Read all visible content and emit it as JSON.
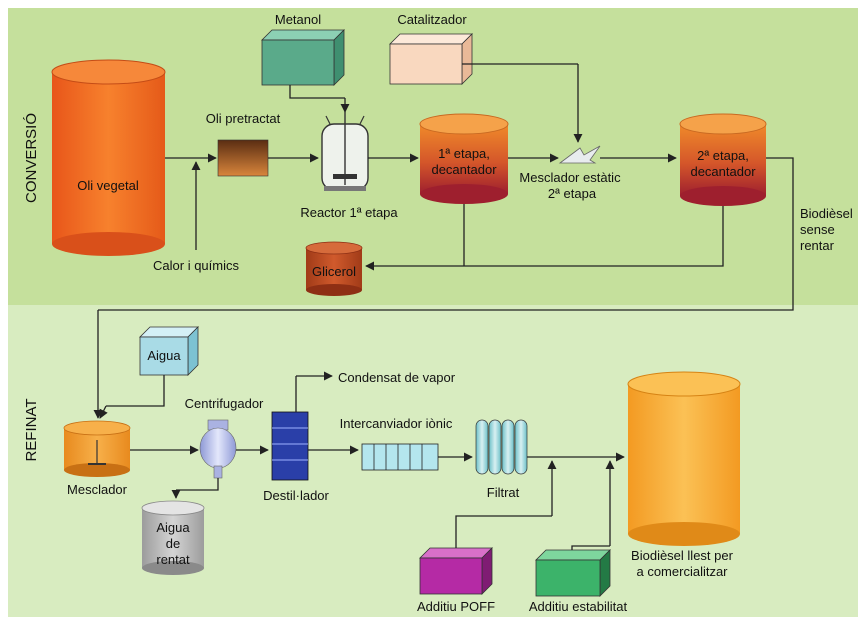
{
  "sections": {
    "conversion": "CONVERSIÓ",
    "refining": "REFINAT"
  },
  "labels": {
    "metanol": "Metanol",
    "catalitzador": "Catalitzador",
    "oli_vegetal": "Oli vegetal",
    "oli_pretractat": "Oli pretractat",
    "reactor": "Reactor 1ª etapa",
    "etapa1_line1": "1ª etapa,",
    "etapa1_line2": "decantador",
    "mesclador_estatic_line1": "Mesclador estàtic",
    "mesclador_estatic_line2": "2ª etapa",
    "etapa2_line1": "2ª etapa,",
    "etapa2_line2": "decantador",
    "calor": "Calor i químics",
    "glicerol": "Glicerol",
    "biodiesel_sense_line1": "Biodièsel",
    "biodiesel_sense_line2": "sense",
    "biodiesel_sense_line3": "rentar",
    "aigua": "Aigua",
    "centrifugador": "Centrifugador",
    "condensat": "Condensat de vapor",
    "intercanviador": "Intercanviador iònic",
    "mesclador": "Mesclador",
    "destillador": "Destil·lador",
    "filtrat": "Filtrat",
    "aigua_rentat_line1": "Aigua",
    "aigua_rentat_line2": "de",
    "aigua_rentat_line3": "rentat",
    "biodiesel_llest_line1": "Biodièsel llest per",
    "biodiesel_llest_line2": "a comercialitzar",
    "additiu_poff": "Additiu POFF",
    "additiu_estabilitat": "Additiu estabilitat"
  },
  "colors": {
    "conversion_bg": "#c7e2a0",
    "refining_bg": "#d9edc3",
    "oli_vegetal": "#f26a1b",
    "metanol": "#5aaa8a",
    "catalitzador": "#f9d8bf",
    "glicerol": "#b8461f",
    "aigua": "#a9dbe6",
    "aigua_rentat": "#b9b9b9",
    "mesclador": "#f09a2a",
    "destillador": "#2a3fa8",
    "biodiesel_llest": "#f7a531",
    "additiu_poff": "#b52aa5",
    "additiu_estabilitat": "#3cb36a"
  }
}
